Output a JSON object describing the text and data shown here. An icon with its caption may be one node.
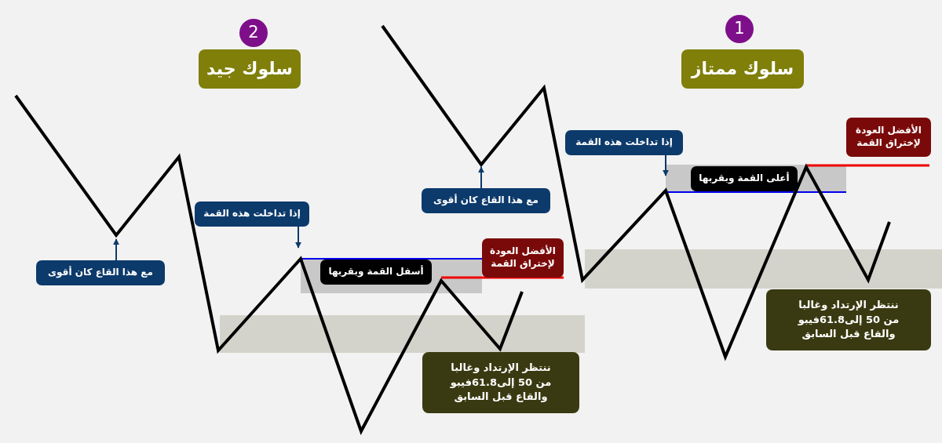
{
  "diagram": {
    "nodes": [
      {
        "text": [
          "2"
        ]
      },
      {
        "text": [
          "سلوك جيد"
        ]
      },
      {
        "text": [
          "مع هذا القاع كان أقوى"
        ]
      },
      {
        "text": [
          "إذا تداخلت هذه القمة"
        ]
      },
      {
        "text": [
          "أسفل القمة وبقربها"
        ]
      },
      {
        "text": [
          "الأفضل العودة لإختراق القمة"
        ]
      },
      {
        "text": [
          "ننتظر الإرتداد وغالبا من 50 إلى61.8فيبو والقاع قبل السابق"
        ]
      },
      {
        "text": [
          "مع هذا القاع كان أقوى"
        ]
      },
      {
        "text": [
          "1"
        ]
      },
      {
        "text": [
          "سلوك ممتاز"
        ]
      },
      {
        "text": [
          "إذا تداخلت هذه القمة"
        ]
      },
      {
        "text": [
          "أعلى القمة وبقربها"
        ]
      },
      {
        "text": [
          "الأفضل العودة لإختراق القمة"
        ]
      },
      {
        "text": [
          "ننتظر الإرتداد وغالبا من 50 إلى61.8فيبو والقاع قبل السابق"
        ]
      }
    ],
    "edges": [
      {
        "from": 2,
        "to": null,
        "arrow": "to"
      },
      {
        "from": 3,
        "to": null,
        "arrow": "to"
      },
      {
        "from": 7,
        "to": null,
        "arrow": "to"
      },
      {
        "from": 10,
        "to": null,
        "arrow": "to"
      }
    ]
  }
}
